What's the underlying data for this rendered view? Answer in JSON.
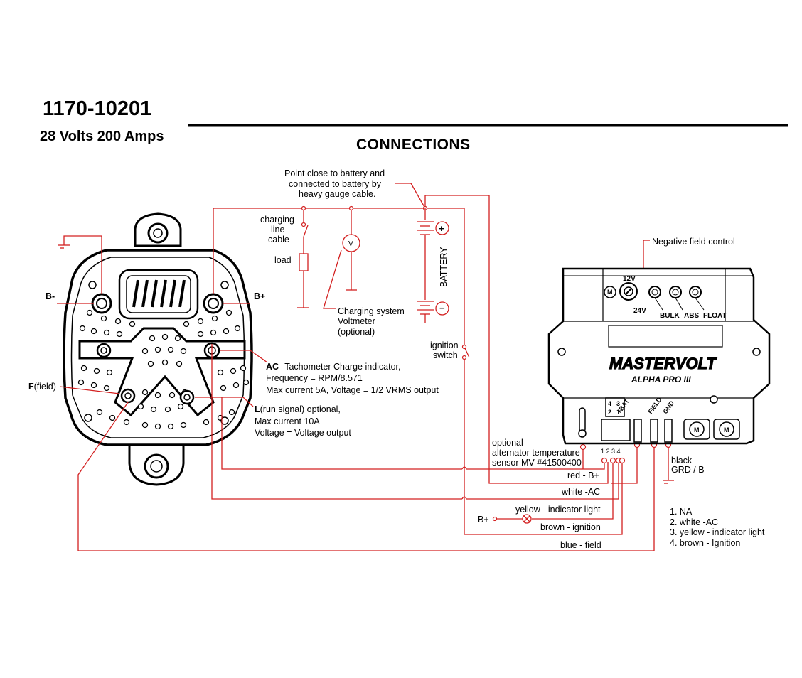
{
  "header": {
    "part_number": "1170-10201",
    "rating": "28 Volts 200 Amps",
    "section_title": "CONNECTIONS"
  },
  "alternator": {
    "terminal_b_minus": "B-",
    "terminal_b_plus": "B+",
    "terminal_field_letter": "F",
    "terminal_field_rest": "(field)",
    "ac_letter": "AC",
    "ac_lines": [
      "-Tachometer Charge indicator,",
      "Frequency = RPM/8.571",
      "Max current 5A, Voltage = 1/2 VRMS output"
    ],
    "l_letter": "L",
    "l_lines": [
      "(run signal) optional,",
      "Max current 10A",
      "Voltage = Voltage output"
    ]
  },
  "circuit": {
    "battery_note": [
      "Point close to battery and",
      "connected to battery by",
      "heavy gauge cable."
    ],
    "charging_line": [
      "charging",
      "line",
      "cable"
    ],
    "load": "load",
    "battery": "BATTERY",
    "voltmeter_symbol": "V",
    "voltmeter": [
      "Charging system",
      "Voltmeter",
      "(optional)"
    ],
    "ignition_switch": [
      "ignition",
      "switch"
    ]
  },
  "regulator": {
    "negative_field": "Negative field control",
    "v12": "12V",
    "v24": "24V",
    "bulk": "BULK",
    "abs": "ABS",
    "float": "FLOAT",
    "brand": "MASTERVOLT",
    "model": "ALPHA PRO III",
    "pin_bat": "+BAT",
    "pin_field": "FIELD",
    "pin_gnd": "GND",
    "conn_numbers": [
      "4",
      "3",
      "2",
      "1"
    ],
    "pin_row": "1 2 3 4",
    "motor": "M"
  },
  "wires": {
    "temp_sensor": [
      "optional",
      "alternator temperature",
      "sensor MV #41500400"
    ],
    "red": "red - B+",
    "white": "white -AC",
    "yellow": "yellow - indicator light",
    "bplus": "B+",
    "brown": "brown - ignition",
    "blue": "blue - field",
    "black": [
      "black",
      "GRD / B-"
    ]
  },
  "legend": [
    "1.  NA",
    "2.  white -AC",
    "3.  yellow - indicator light",
    "4.  brown - Ignition"
  ]
}
